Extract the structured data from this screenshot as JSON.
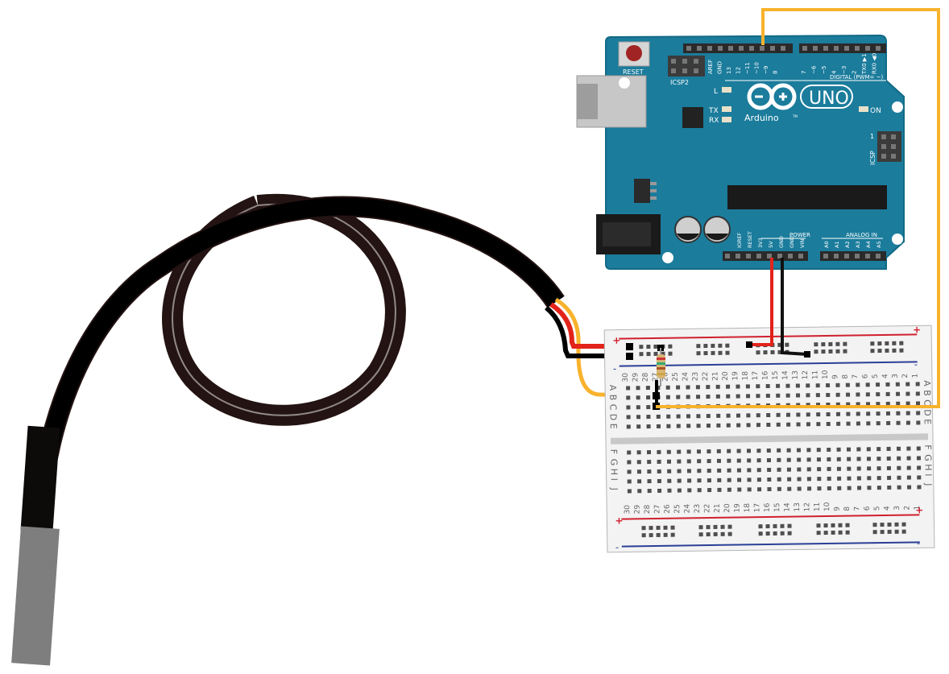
{
  "arduino": {
    "reset_label": "RESET",
    "icsp2_label": "ICSP2",
    "icsp_label": "ICSP",
    "icsp_pin1": "1",
    "led_l": "L",
    "tx_label": "TX",
    "rx_label": "RX",
    "on_label": "ON",
    "uno_label": "UNO",
    "brand": "Arduino",
    "tm": "TM",
    "digital_label": "DIGITAL (PWM= ~)",
    "top_pins": [
      "AREF",
      "GND",
      "13",
      "12",
      "~11",
      "~10",
      "~9",
      "8",
      "7",
      "~6",
      "~5",
      "4",
      "~3",
      "2",
      "TX0 ▶1",
      "RX0 ◀0"
    ],
    "power_title": "POWER",
    "power_pins": [
      "IOREF",
      "RESET",
      "3V3",
      "5V",
      "GND",
      "GND",
      "VIN"
    ],
    "analog_title": "ANALOG IN",
    "analog_pins": [
      "A0",
      "A1",
      "A2",
      "A3",
      "A4",
      "A5"
    ]
  },
  "breadboard": {
    "columns": [
      "30",
      "29",
      "28",
      "27",
      "26",
      "25",
      "24",
      "23",
      "22",
      "21",
      "20",
      "19",
      "18",
      "17",
      "16",
      "15",
      "14",
      "13",
      "12",
      "11",
      "10",
      "9",
      "8",
      "7",
      "6",
      "5",
      "4",
      "3",
      "2",
      "1"
    ],
    "rows_top": [
      "A",
      "B",
      "C",
      "D",
      "E"
    ],
    "rows_bottom": [
      "F",
      "G",
      "H",
      "I",
      "J"
    ],
    "plus": "+",
    "minus": "-"
  },
  "colors": {
    "board": "#1b7c9c",
    "wire_5v": "#e2231a",
    "wire_gnd": "#111111",
    "wire_signal": "#f8b22c",
    "cable": "#231312",
    "probe_tip": "#7e7e7e",
    "rail_red": "#d0202e",
    "rail_blue": "#2a3f96"
  }
}
